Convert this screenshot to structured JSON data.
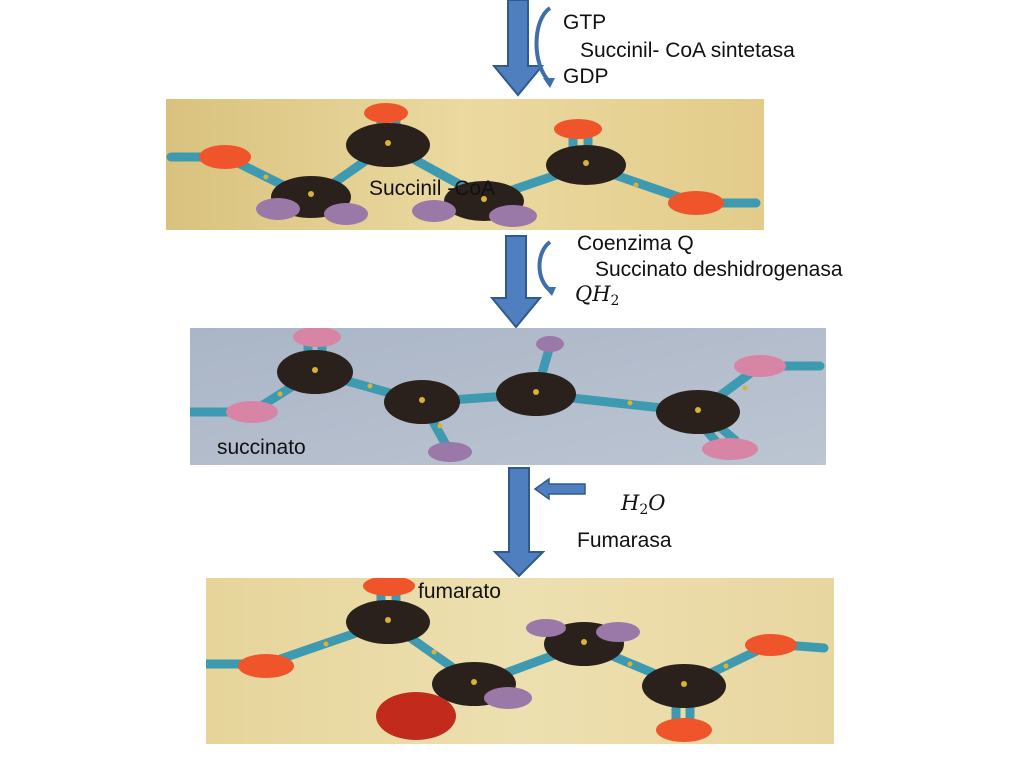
{
  "steps": [
    {
      "reactant": "GTP",
      "enzyme": "Succinil- CoA sintetasa",
      "product": "GDP"
    },
    {
      "reactant": "Coenzima Q",
      "enzyme": "Succinato deshidrogenasa",
      "product_main": "QH",
      "product_sub": "2"
    },
    {
      "reactant_main": "H",
      "reactant_sub": "2",
      "reactant_tail": "O",
      "enzyme": "Fumarasa"
    }
  ],
  "molecules": [
    {
      "label": "Succinil -CoA"
    },
    {
      "label": "succinato"
    },
    {
      "label": "fumarato"
    }
  ],
  "colors": {
    "arrow_fill": "#4f7fbf",
    "arrow_stroke": "#2f5a8f",
    "carbon": "#2a211c",
    "oxygen": "#f0542a",
    "hydrogen": "#9a78a8",
    "bond": "#3d9ab0",
    "board_yellow": "#e9d59a",
    "board_blue": "#b3bdcc"
  }
}
